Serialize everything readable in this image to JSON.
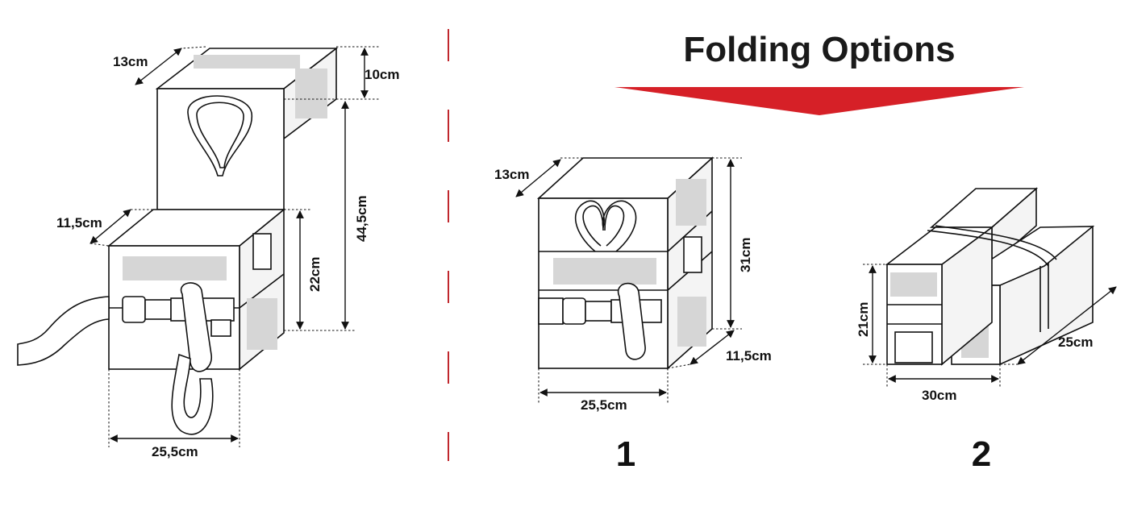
{
  "title": "Folding Options",
  "colors": {
    "divider": "#c0272d",
    "arrow": "#d62027",
    "label_panel": "#d6d6d6"
  },
  "unfolded": {
    "dims": {
      "top_depth": "13cm",
      "top_height": "10cm",
      "total_height": "44,5cm",
      "depth": "11,5cm",
      "body_height": "22cm",
      "width": "25,5cm"
    }
  },
  "option1": {
    "number": "1",
    "dims": {
      "depth_top": "13cm",
      "height": "31cm",
      "depth": "11,5cm",
      "width": "25,5cm"
    }
  },
  "option2": {
    "number": "2",
    "dims": {
      "height": "21cm",
      "width": "30cm",
      "length": "25cm"
    }
  }
}
